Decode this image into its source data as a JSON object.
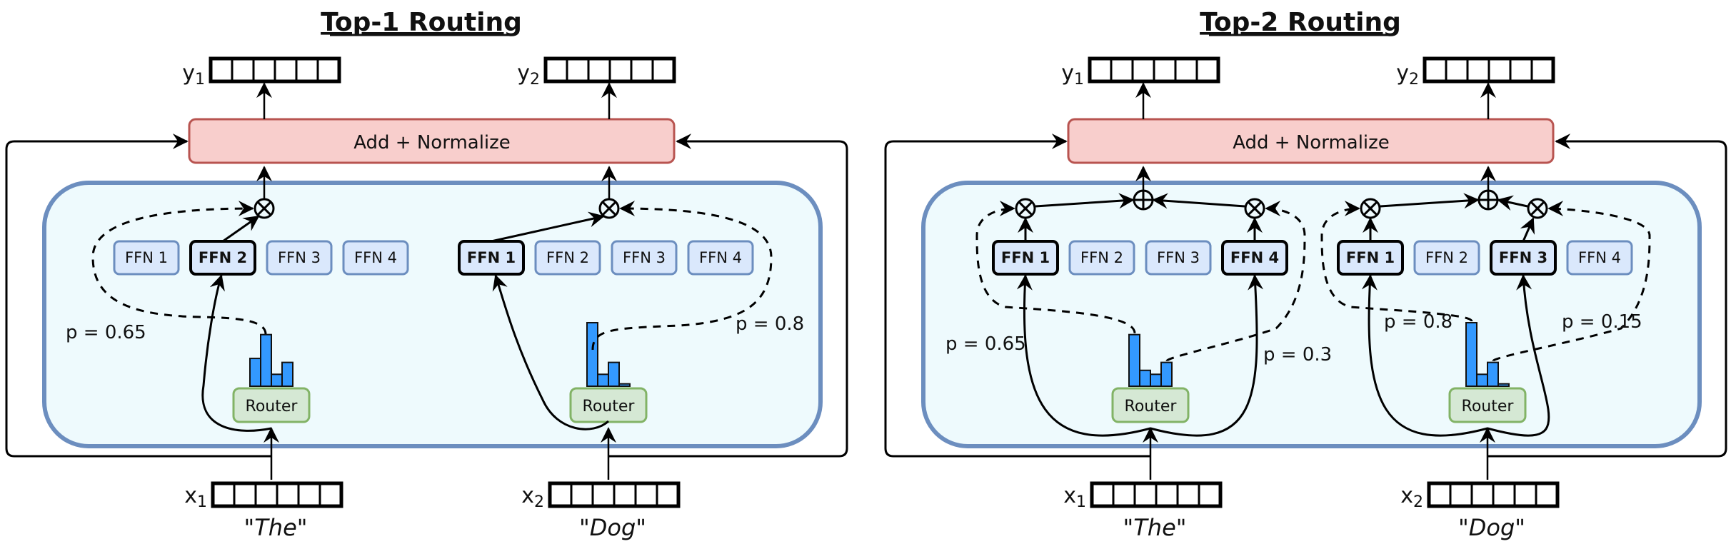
{
  "colors": {
    "addnorm_fill": "#f8cecc",
    "addnorm_stroke": "#b85450",
    "moe_fill": "#eefafd",
    "moe_stroke": "#6c8ebf",
    "ffn_fill": "#dae8fc",
    "ffn_inactive_stroke": "#6c8ebf",
    "ffn_active_stroke": "#000000",
    "router_fill": "#d5e8d4",
    "router_stroke": "#82b366",
    "bar_fill": "#3399ff"
  },
  "panels": [
    {
      "title": "Top-1 Routing",
      "add_normalize_label": "Add + Normalize",
      "tokens": [
        {
          "input_var": "x",
          "input_sub": "1",
          "output_var": "y",
          "output_sub": "1",
          "word": "\"The\"",
          "router_label": "Router",
          "experts": [
            {
              "label": "FFN 1",
              "selected": false
            },
            {
              "label": "FFN 2",
              "selected": true
            },
            {
              "label": "FFN 3",
              "selected": false
            },
            {
              "label": "FFN 4",
              "selected": false
            }
          ],
          "router_probs": [
            0.35,
            0.65,
            0.15,
            0.3
          ],
          "gates": [
            {
              "label": "p = 0.65"
            }
          ]
        },
        {
          "input_var": "x",
          "input_sub": "2",
          "output_var": "y",
          "output_sub": "2",
          "word": "\"Dog\"",
          "router_label": "Router",
          "experts": [
            {
              "label": "FFN 1",
              "selected": true
            },
            {
              "label": "FFN 2",
              "selected": false
            },
            {
              "label": "FFN 3",
              "selected": false
            },
            {
              "label": "FFN 4",
              "selected": false
            }
          ],
          "router_probs": [
            0.8,
            0.15,
            0.3,
            0.03
          ],
          "gates": [
            {
              "label": "p = 0.8"
            }
          ]
        }
      ]
    },
    {
      "title": "Top-2 Routing",
      "add_normalize_label": "Add + Normalize",
      "tokens": [
        {
          "input_var": "x",
          "input_sub": "1",
          "output_var": "y",
          "output_sub": "1",
          "word": "\"The\"",
          "router_label": "Router",
          "experts": [
            {
              "label": "FFN 1",
              "selected": true
            },
            {
              "label": "FFN 2",
              "selected": false
            },
            {
              "label": "FFN 3",
              "selected": false
            },
            {
              "label": "FFN 4",
              "selected": true
            }
          ],
          "router_probs": [
            0.65,
            0.2,
            0.15,
            0.3
          ],
          "gates": [
            {
              "label": "p = 0.65"
            },
            {
              "label": "p = 0.3"
            }
          ]
        },
        {
          "input_var": "x",
          "input_sub": "2",
          "output_var": "y",
          "output_sub": "2",
          "word": "\"Dog\"",
          "router_label": "Router",
          "experts": [
            {
              "label": "FFN 1",
              "selected": true
            },
            {
              "label": "FFN 2",
              "selected": false
            },
            {
              "label": "FFN 3",
              "selected": true
            },
            {
              "label": "FFN 4",
              "selected": false
            }
          ],
          "router_probs": [
            0.8,
            0.15,
            0.3,
            0.03
          ],
          "gates": [
            {
              "label": "p = 0.8"
            },
            {
              "label": "p = 0.15"
            }
          ]
        }
      ]
    }
  ]
}
